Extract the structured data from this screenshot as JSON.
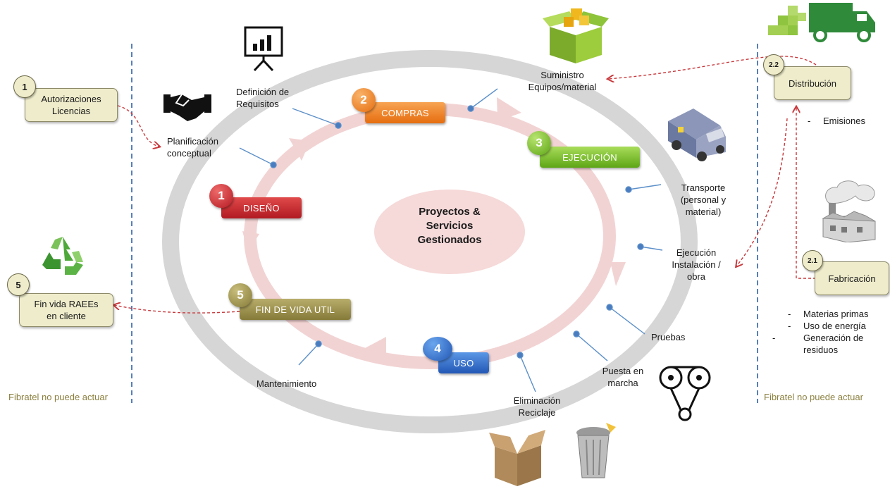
{
  "center": {
    "line1": "Proyectos &",
    "line2": "Servicios",
    "line3": "Gestionados"
  },
  "stages": [
    {
      "num": "1",
      "label": "DISEÑO",
      "color": "#c4202b"
    },
    {
      "num": "2",
      "label": "COMPRAS",
      "color": "#f0801a"
    },
    {
      "num": "3",
      "label": "EJECUCIÓN",
      "color": "#7fbf2a"
    },
    {
      "num": "4",
      "label": "USO",
      "color": "#2f6fd0"
    },
    {
      "num": "5",
      "label": "FIN DE VIDA UTIL",
      "color": "#9a8f4c"
    }
  ],
  "steps": {
    "definicion": {
      "line1": "Definición de",
      "line2": "Requisitos"
    },
    "planificacion": {
      "line1": "Planificación",
      "line2": "conceptual"
    },
    "suministro": {
      "line1": "Suministro",
      "line2": "Equipos/material"
    },
    "transporte": {
      "line1": "Transporte",
      "line2": "(personal y",
      "line3": "material)"
    },
    "ejecucion": {
      "line1": "Ejecución",
      "line2": "Instalación /",
      "line3": "obra"
    },
    "pruebas": "Pruebas",
    "puesta": {
      "line1": "Puesta en",
      "line2": "marcha"
    },
    "eliminacion": {
      "line1": "Eliminación",
      "line2": "Reciclaje"
    },
    "mantenimiento": "Mantenimiento"
  },
  "left": {
    "box1": {
      "badge": "1",
      "line1": "Autorizaciones",
      "line2": "Licencias"
    },
    "box5": {
      "badge": "5",
      "line1": "Fin vida  RAEEs",
      "line2": "en cliente"
    },
    "note": "Fibratel no puede actuar"
  },
  "right": {
    "distribucion": {
      "badge": "2.2",
      "label": "Distribución"
    },
    "fabricacion": {
      "badge": "2.1",
      "label": "Fabricación"
    },
    "emisiones": "Emisiones",
    "factors": [
      "Materias primas",
      "Uso de energía",
      "Generación de residuos"
    ],
    "note": "Fibratel no puede actuar"
  },
  "icons": [
    "presentation-chart-icon",
    "handshake-icon",
    "open-box-icon",
    "delivery-truck-icon",
    "van-icon",
    "factory-icon",
    "recycle-icon",
    "cardboard-box-icon",
    "trash-can-icon",
    "belt-machine-icon"
  ],
  "colors": {
    "ring": "#d6d6d6",
    "cycle": "#f2c9c9",
    "center": "#f5d6d6",
    "arrow": "#c8383c",
    "dash": "#2e5fa8",
    "connector": "#5b8fc9"
  }
}
